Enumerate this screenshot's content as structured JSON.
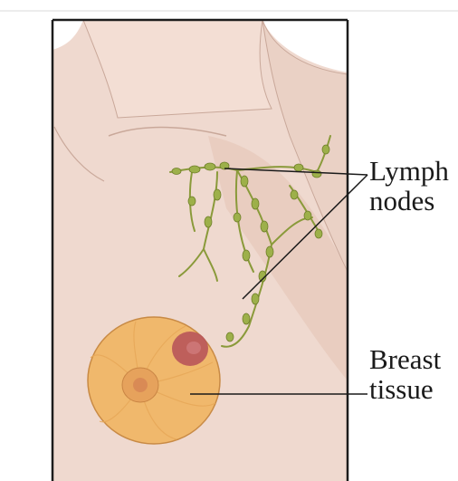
{
  "labels": {
    "lymph_nodes": {
      "line1": "Lymph",
      "line2": "nodes"
    },
    "breast_tissue": {
      "line1": "Breast",
      "line2": "tissue"
    }
  },
  "colors": {
    "skin": "#efd9cf",
    "skin_shadow": "#e2c2b4",
    "outline": "#1c1c1c",
    "lymph_vessel": "#8a9a3a",
    "lymph_node": "#9db04a",
    "breast_tissue": "#f0b86c",
    "nipple": "#d98a55",
    "tumor": "#b8555a",
    "leader_line": "#1a1a1a"
  }
}
